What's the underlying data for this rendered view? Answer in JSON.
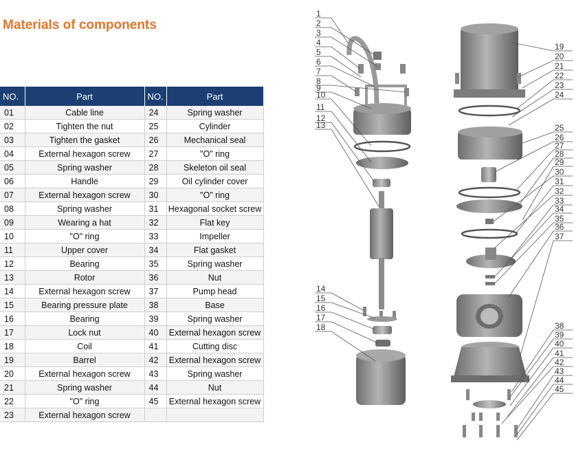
{
  "title": "Materials of components",
  "table": {
    "headers": [
      "NO.",
      "Part",
      "NO.",
      "Part"
    ],
    "rows": [
      [
        "01",
        "Cable line",
        "24",
        "Spring washer"
      ],
      [
        "02",
        "Tighten the nut",
        "25",
        "Cylinder"
      ],
      [
        "03",
        "Tighten the gasket",
        "26",
        "Mechanical seal"
      ],
      [
        "04",
        "External hexagon screw",
        "27",
        "\"O\" ring"
      ],
      [
        "05",
        "Spring washer",
        "28",
        "Skeleton oil seal"
      ],
      [
        "06",
        "Handle",
        "29",
        "Oil cylinder cover"
      ],
      [
        "07",
        "External hexagon screw",
        "30",
        "\"O\" ring"
      ],
      [
        "08",
        "Spring washer",
        "31",
        "Hexagonal socket screw"
      ],
      [
        "09",
        "Wearing a hat",
        "32",
        "Flat key"
      ],
      [
        "10",
        "\"O\" ring",
        "33",
        "Impeller"
      ],
      [
        "11",
        "Upper cover",
        "34",
        "Flat gasket"
      ],
      [
        "12",
        "Bearing",
        "35",
        "Spring washer"
      ],
      [
        "13",
        "Rotor",
        "36",
        "Nut"
      ],
      [
        "14",
        "External hexagon screw",
        "37",
        "Pump head"
      ],
      [
        "15",
        "Bearing pressure plate",
        "38",
        "Base"
      ],
      [
        "16",
        "Bearing",
        "39",
        "Spring washer"
      ],
      [
        "17",
        "Lock nut",
        "40",
        "External hexagon screw"
      ],
      [
        "18",
        "Coil",
        "41",
        "Cutting disc"
      ],
      [
        "19",
        "Barrel",
        "42",
        "External hexagon screw"
      ],
      [
        "20",
        "External hexagon screw",
        "43",
        "Spring washer"
      ],
      [
        "21",
        "Spring washer",
        "44",
        "Nut"
      ],
      [
        "22",
        "\"O\" ring",
        "45",
        "External hexagon screw"
      ],
      [
        "23",
        "External hexagon screw",
        "",
        ""
      ]
    ]
  },
  "diagram": {
    "left_callouts": [
      "1",
      "2",
      "3",
      "4",
      "5",
      "6",
      "7",
      "8",
      "9",
      "10",
      "11",
      "12",
      "13",
      "14",
      "15",
      "16",
      "17",
      "18"
    ],
    "right_callouts": [
      "19",
      "20",
      "21",
      "22",
      "23",
      "24",
      "25",
      "26",
      "27",
      "28",
      "29",
      "30",
      "31",
      "32",
      "33",
      "34",
      "35",
      "36",
      "37",
      "38",
      "39",
      "40",
      "41",
      "42",
      "43",
      "44",
      "45"
    ]
  }
}
